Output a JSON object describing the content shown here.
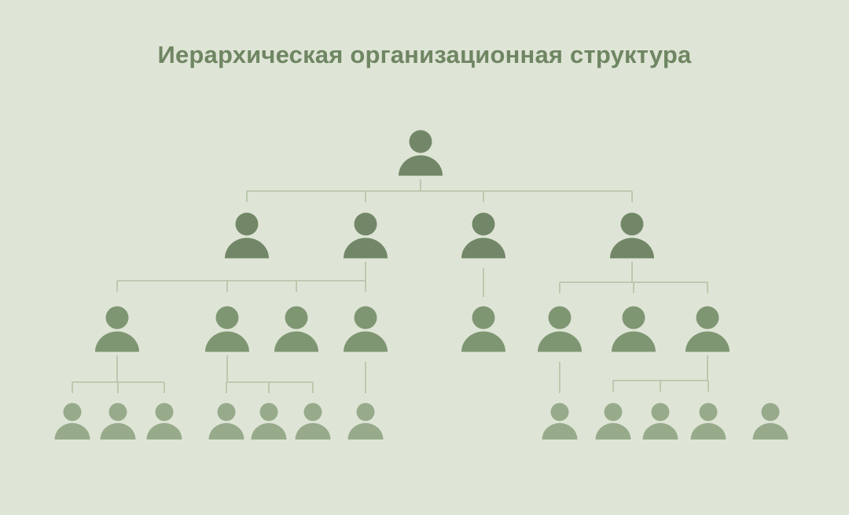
{
  "page": {
    "title": "Иерархическая организационная структура"
  },
  "colors": {
    "background": "#dfe5d6",
    "line": "#b4c2a5",
    "level_0": "#728767",
    "level_1": "#728767",
    "level_2": "#7f9673",
    "level_3": "#97ab8b",
    "title": "#6f8663"
  },
  "org": {
    "icon": "person-icon",
    "levels": 4,
    "nodes": [
      {
        "id": "n0",
        "level": 0,
        "parent": null
      },
      {
        "id": "n1",
        "level": 1,
        "parent": "n0"
      },
      {
        "id": "n2",
        "level": 1,
        "parent": "n0"
      },
      {
        "id": "n3",
        "level": 1,
        "parent": "n0"
      },
      {
        "id": "n4",
        "level": 1,
        "parent": "n0"
      },
      {
        "id": "n5",
        "level": 2,
        "parent": "n2"
      },
      {
        "id": "n6",
        "level": 2,
        "parent": "n2"
      },
      {
        "id": "n7",
        "level": 2,
        "parent": "n2"
      },
      {
        "id": "n8",
        "level": 2,
        "parent": "n2"
      },
      {
        "id": "n9",
        "level": 2,
        "parent": "n3"
      },
      {
        "id": "n10",
        "level": 2,
        "parent": "n4"
      },
      {
        "id": "n11",
        "level": 2,
        "parent": "n4"
      },
      {
        "id": "n12",
        "level": 2,
        "parent": "n4"
      },
      {
        "id": "n13",
        "level": 3,
        "parent": "n5"
      },
      {
        "id": "n14",
        "level": 3,
        "parent": "n5"
      },
      {
        "id": "n15",
        "level": 3,
        "parent": "n5"
      },
      {
        "id": "n16",
        "level": 3,
        "parent": "n6"
      },
      {
        "id": "n17",
        "level": 3,
        "parent": "n6"
      },
      {
        "id": "n18",
        "level": 3,
        "parent": "n6"
      },
      {
        "id": "n19",
        "level": 3,
        "parent": "n8"
      },
      {
        "id": "n20",
        "level": 3,
        "parent": "n10"
      },
      {
        "id": "n21",
        "level": 3,
        "parent": "n12"
      },
      {
        "id": "n22",
        "level": 3,
        "parent": "n12"
      },
      {
        "id": "n23",
        "level": 3,
        "parent": "n12"
      },
      {
        "id": "n24",
        "level": 3,
        "parent": null
      }
    ]
  }
}
